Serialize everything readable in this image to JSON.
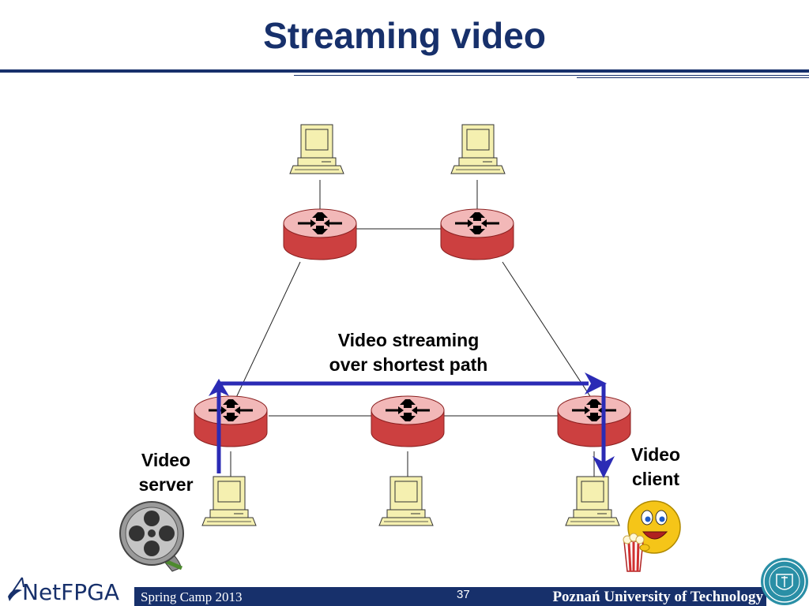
{
  "slide": {
    "title": "Streaming video",
    "footer_left": "Spring Camp 2013",
    "page_number": "37",
    "footer_right": "Poznań  University of Technology",
    "logo_text": "NetFPGA"
  },
  "diagram": {
    "path_label_line1": "Video streaming",
    "path_label_line2": "over shortest path",
    "server_label_line1": "Video",
    "server_label_line2": "server",
    "client_label_line1": "Video",
    "client_label_line2": "client"
  },
  "colors": {
    "title": "#17306b",
    "path_arrow": "#2b2bb5",
    "router_top": "#f2b8b8",
    "router_body": "#cc4040",
    "computer": "#f5f0b0"
  },
  "icons": [
    "router-icon",
    "computer-icon",
    "film-reel-icon",
    "smiley-popcorn-icon",
    "university-seal-icon",
    "netfpga-logo-icon"
  ]
}
